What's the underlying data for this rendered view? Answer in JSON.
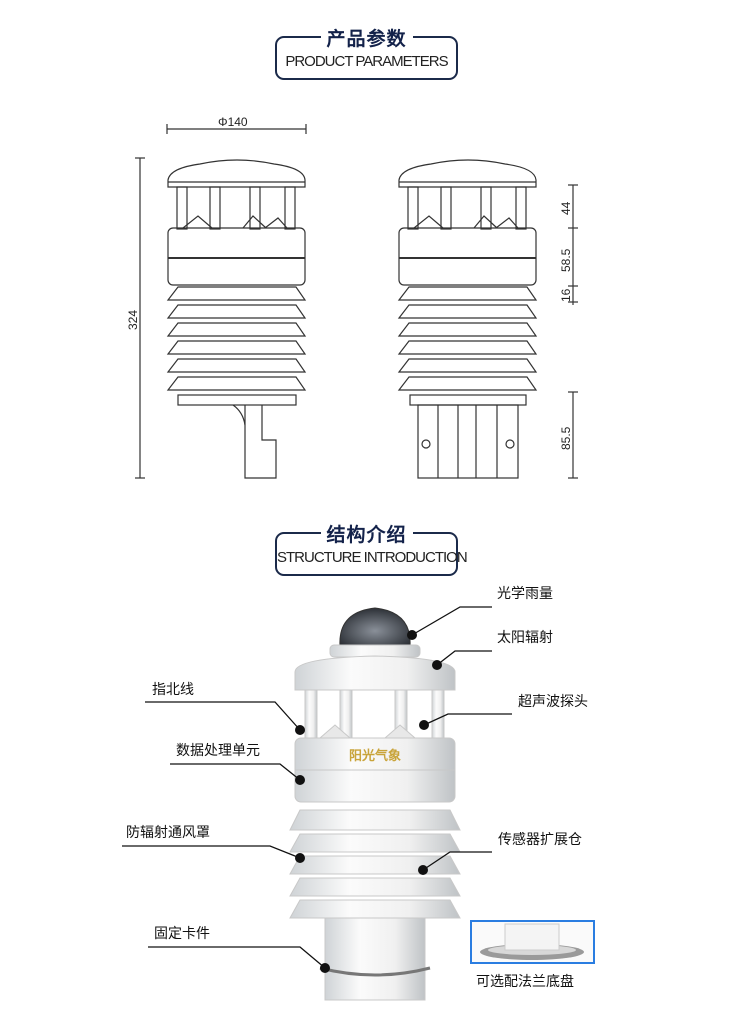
{
  "section1": {
    "title_cn": "产品参数",
    "title_en": "PRODUCT PARAMETERS"
  },
  "drawing": {
    "diameter": "Φ140",
    "height_total": "324",
    "dims_right": [
      "44",
      "58.5",
      "16",
      "85.5"
    ]
  },
  "section2": {
    "title_cn": "结构介绍",
    "title_en": "STRUCTURE INTRODUCTION"
  },
  "product": {
    "logo_text": "阳光气象"
  },
  "labels": {
    "optical_rain": "光学雨量",
    "solar_radiation": "太阳辐射",
    "north_line": "指北线",
    "ultrasonic_probe": "超声波探头",
    "data_unit": "数据处理单元",
    "radiation_shield": "防辐射通风罩",
    "sensor_bay": "传感器扩展仓",
    "clamp": "固定卡件",
    "flange_option": "可选配法兰底盘"
  }
}
